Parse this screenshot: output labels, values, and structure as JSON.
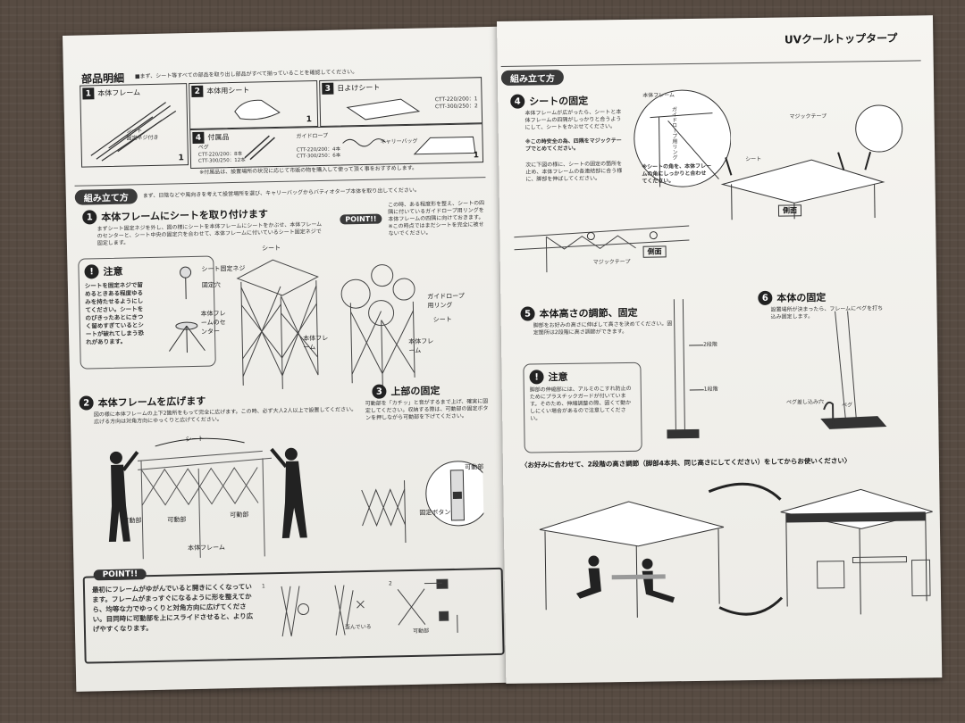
{
  "right_header": "UVクールトップタープ",
  "parts": {
    "title": "部品明細",
    "note": "■まず、シート等すべての部品を取り出し部品がすべて揃っていることを確認してください。",
    "items": [
      {
        "num": "1",
        "name": "本体フレーム",
        "sub": "シート\n固定ネジ付き",
        "qty": "1"
      },
      {
        "num": "2",
        "name": "本体用シート",
        "qty": "1"
      },
      {
        "num": "3",
        "name": "日よけシート",
        "models": "CTT-220/200：1\nCTT-300/250：2"
      },
      {
        "num": "4",
        "name": "付属品",
        "peg": "ペグ",
        "peg_models": "CTT-220/200：8本\nCTT-300/250：12本",
        "rope": "ガイドロープ",
        "rope_models": "CTT-220/200：4本\nCTT-300/250：6本",
        "bag": "キャリーバッグ",
        "bag_qty": "1"
      }
    ],
    "footnote": "※付属品は、設置場所の状況に応じて市販の物を購入して使って頂く事をおすすめします。"
  },
  "assembly_left": {
    "title": "組み立て方",
    "intro": "まず、日陰などや風向きを考えて設営場所を選び、キャリーバッグからバティオタープ本体を取り出してください。"
  },
  "step1": {
    "num": "1",
    "title": "本体フレームにシートを取り付けます",
    "text": "まずシート固定ネジを外し、図の様にシートを本体フレームにシートをかぶせ、本体フレームのセンターと、シート中央の固定穴を合わせて、本体フレームに付いているシート固定ネジで固定します。",
    "caution_title": "注意",
    "caution_text": "シートを固定ネジで留めるときある程度ゆるみを持たせるようにしてください。シートをのびきったあとにきつく留めすぎているとシートが破れてしまう恐れがあります。",
    "labels": [
      "シート固定ネジ",
      "固定穴",
      "本体フレームのセンター",
      "シート",
      "本体フレーム"
    ],
    "point_badge": "POINT!!",
    "point_text": "この時、ある程度形を整え、シートの四隅に付いているガイドロープ用リングを本体フレームの四隅に向けておきます。※この時点ではまだシートを完全に被せないでください。",
    "point_labels": [
      "ガイドロープ用リング",
      "シート",
      "本体フレーム"
    ]
  },
  "step2": {
    "num": "2",
    "title": "本体フレームを広げます",
    "text": "図の様に本体フレームの上下2箇所をもって完全に広げます。この時、必ず大人2人以上で設置してください。広げる方向は対角方向にゆっくりと広げてください。",
    "labels": [
      "シート",
      "可動部",
      "可動部",
      "可動部",
      "本体フレーム"
    ]
  },
  "step3": {
    "num": "3",
    "title": "上部の固定",
    "text": "可動部を「カチッ」と音がするまで上げ、確実に固定してください。収納する際は、可動部の固定ボタンを押しながら可動部を下げてください。",
    "labels": [
      "可動部",
      "固定ボタン"
    ]
  },
  "point2": {
    "badge": "POINT!!",
    "text": "最初にフレームがゆがんでいると開きにくくなっています。フレームがまっすぐになるように形を整えてから、均等な力でゆっくりと対角方向に広げてください。目同時に可動部を上にスライドさせると、より広げやすくなります。",
    "labels": [
      "1",
      "歪んでいる",
      "2",
      "可動部"
    ]
  },
  "assembly_right": {
    "title": "組み立て方"
  },
  "step4": {
    "num": "4",
    "title": "シートの固定",
    "text": "本体フレームが広がったら、シートと本体フレームの四隅がしっかりと合うようにして、シートをかぶせてください。",
    "note": "※この時安全の為、四隅をマジックテープでとめてください。",
    "text2": "次に下図の様に、シートの固定の箇所を止め、本体フレームの各連結部に合う様に、脚部を伸ばしてください。",
    "labels": [
      "本体フレーム",
      "ガイドロープ用リング",
      "マジックテープ",
      "シート",
      "側面",
      "マジックテープ",
      "側面"
    ],
    "note2": "※シートの角を、本体フレームの角にしっかりと合わせてください。"
  },
  "step5": {
    "num": "5",
    "title": "本体高さの調節、固定",
    "text": "脚部をお好みの高さに伸ばして高さを決めてください。固定箇所は2段階に高さ調節ができます。",
    "labels": [
      "2段階",
      "1段階"
    ],
    "caution_title": "注意",
    "caution_text": "脚部の伸縮部には、アルミのこすれ防止のためにプラスチックガードが付いています。そのため、伸縮調整の際、固くて動かしにくい場合があるので注意してください。"
  },
  "step6": {
    "num": "6",
    "title": "本体の固定",
    "text": "設置場所が決まったら、フレームにペグを打ち込み固定します。",
    "labels": [
      "ペグ差し込み穴",
      "ペグ"
    ]
  },
  "bottom_note": "〈お好みに合わせて、2段階の高さ調節（脚部4本共、同じ高さにしてください）をしてからお使いください〉"
}
